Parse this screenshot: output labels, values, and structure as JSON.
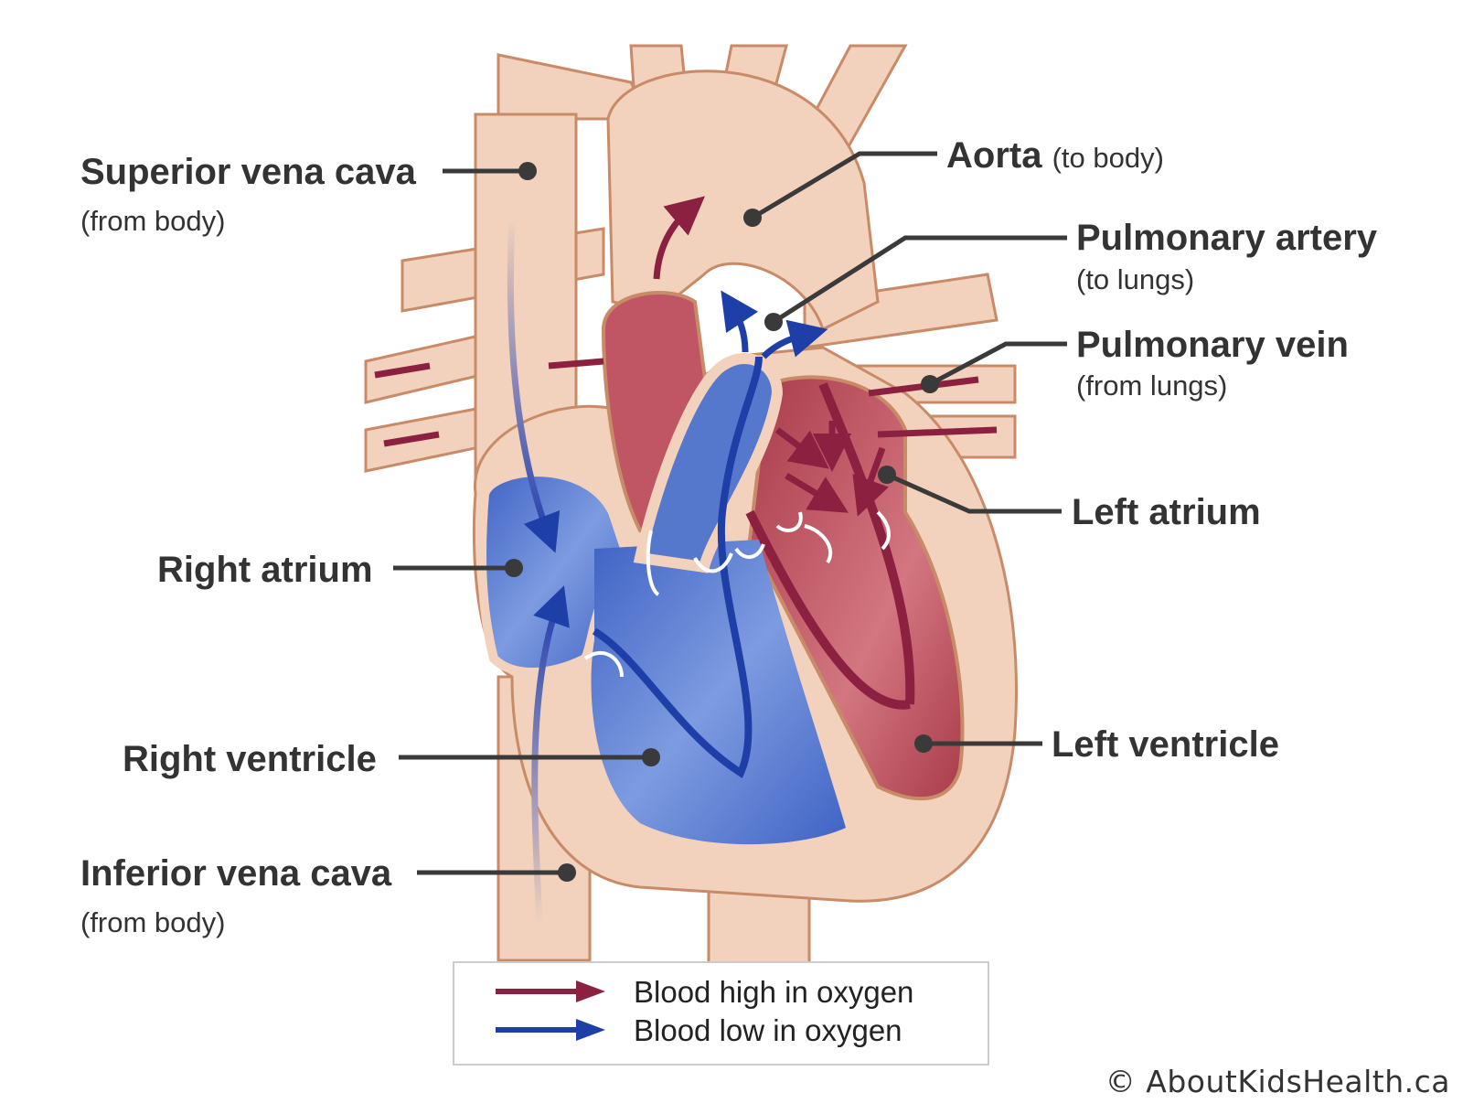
{
  "labels": {
    "superior_vena_cava": {
      "name": "Superior vena cava",
      "note": "(from body)"
    },
    "aorta": {
      "name": "Aorta",
      "note": "(to body)"
    },
    "pulmonary_artery": {
      "name": "Pulmonary artery",
      "note": "(to lungs)"
    },
    "pulmonary_vein": {
      "name": "Pulmonary vein",
      "note": "(from lungs)"
    },
    "left_atrium": {
      "name": "Left atrium"
    },
    "right_atrium": {
      "name": "Right atrium"
    },
    "left_ventricle": {
      "name": "Left ventricle"
    },
    "right_ventricle": {
      "name": "Right ventricle"
    },
    "inferior_vena_cava": {
      "name": "Inferior vena cava",
      "note": "(from body)"
    }
  },
  "legend": {
    "high_oxygen": "Blood high in oxygen",
    "low_oxygen": "Blood low in oxygen"
  },
  "credit": "© AboutKidsHealth.ca",
  "colors": {
    "oxygen_rich": "#8b2040",
    "oxygen_poor": "#1f3fa8",
    "tissue": "#f2d2bd",
    "tissue_outline": "#c98a68",
    "left_chamber": "#b84a57",
    "right_chamber": "#5577cc",
    "leader_line": "#3a3a3a"
  }
}
